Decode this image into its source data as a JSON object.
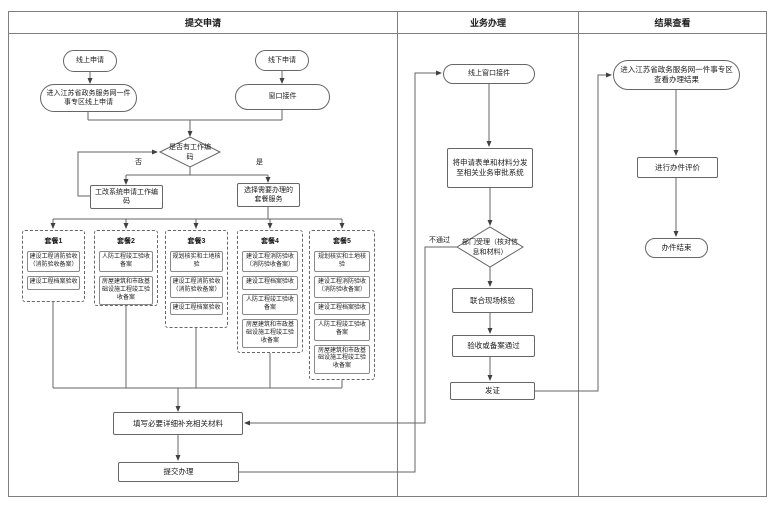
{
  "lanes": {
    "submit": "提交申请",
    "process": "业务办理",
    "result": "结果查看"
  },
  "lane1": {
    "online_apply": "线上申请",
    "offline_apply": "线下申请",
    "enter_portal": "进入江苏省政务服务网一件事专区线上申请",
    "window_receive": "窗口接件",
    "has_code_decision": "是否有工作编码",
    "no_label": "否",
    "yes_label": "是",
    "apply_code": "工改系统申请工作编码",
    "choose_package": "选择需要办理的套餐服务",
    "packages": [
      {
        "title": "套餐1",
        "items": [
          "建设工程消防验收（消防验收备案）",
          "建设工程档案验收"
        ]
      },
      {
        "title": "套餐2",
        "items": [
          "人防工程竣工验收备案",
          "房屋建筑和市政基础设施工程竣工验收备案"
        ]
      },
      {
        "title": "套餐3",
        "items": [
          "规划核实和土地核验",
          "建设工程消防验收（消防验收备案）",
          "建设工程档案验收"
        ]
      },
      {
        "title": "套餐4",
        "items": [
          "建设工程消防验收（消防验收备案）",
          "建设工程档案验收",
          "人防工程竣工验收备案",
          "房屋建筑和市政基础设施工程竣工验收备案"
        ]
      },
      {
        "title": "套餐5",
        "items": [
          "规划核实和土地核验",
          "建设工程消防验收（消防验收备案）",
          "建设工程档案验收",
          "人防工程竣工验收备案",
          "房屋建筑和市政基础设施工程竣工验收备案"
        ]
      }
    ],
    "fill_materials": "填写必要详细补充相关材料",
    "submit_handle": "提交办理"
  },
  "lane2": {
    "online_window": "线上窗口接件",
    "distribute": "将申请表单和材料分发至相关业务审批系统",
    "dept_accept": "部门受理（核对信息和材料）",
    "fail_label": "不通过",
    "joint_check": "联合现场核验",
    "pass": "验收或备案通过",
    "issue": "发证"
  },
  "lane3": {
    "view_result": "进入江苏省政务服务网一件事专区查看办理结果",
    "evaluate": "进行办件评价",
    "end": "办件结束"
  }
}
